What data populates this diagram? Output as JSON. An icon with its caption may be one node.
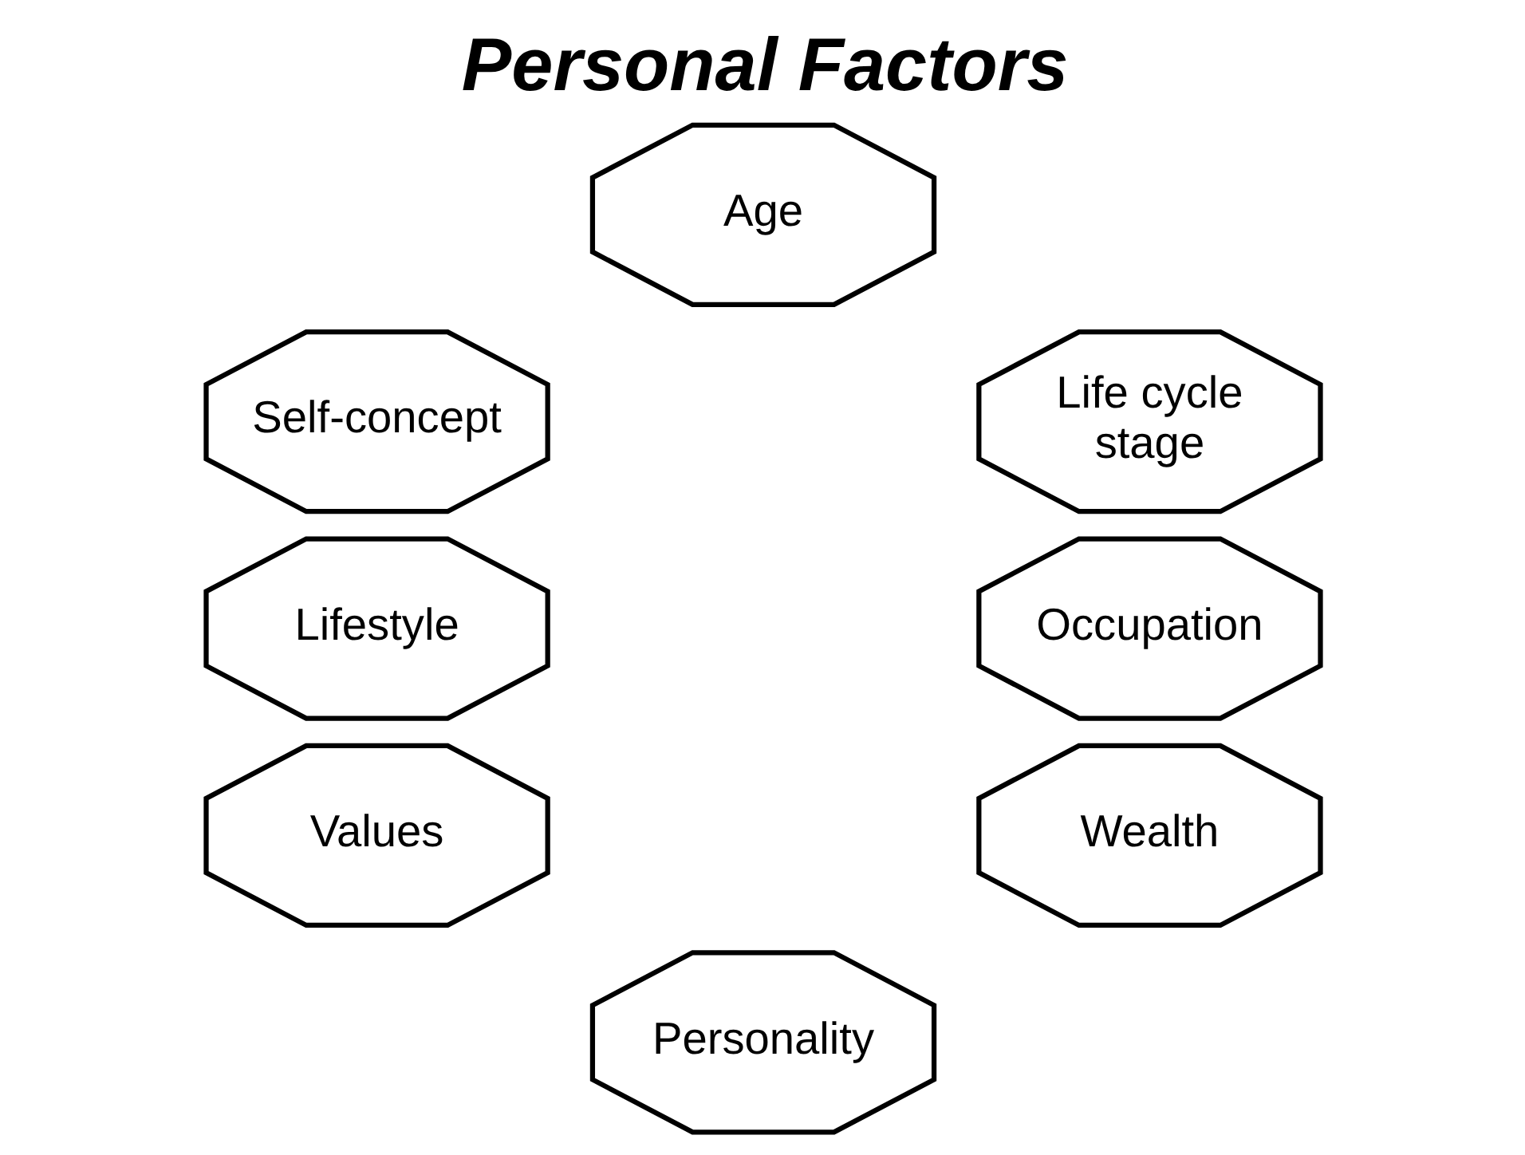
{
  "diagram": {
    "title": "Personal Factors",
    "nodes": [
      {
        "text": [
          "Age"
        ]
      },
      {
        "text": [
          "Self-concept"
        ]
      },
      {
        "text": [
          "Life cycle stage"
        ]
      },
      {
        "text": [
          "Lifestyle"
        ]
      },
      {
        "text": [
          "Occupation"
        ]
      },
      {
        "text": [
          "Values"
        ]
      },
      {
        "text": [
          "Wealth"
        ]
      },
      {
        "text": [
          "Personality"
        ]
      }
    ]
  }
}
